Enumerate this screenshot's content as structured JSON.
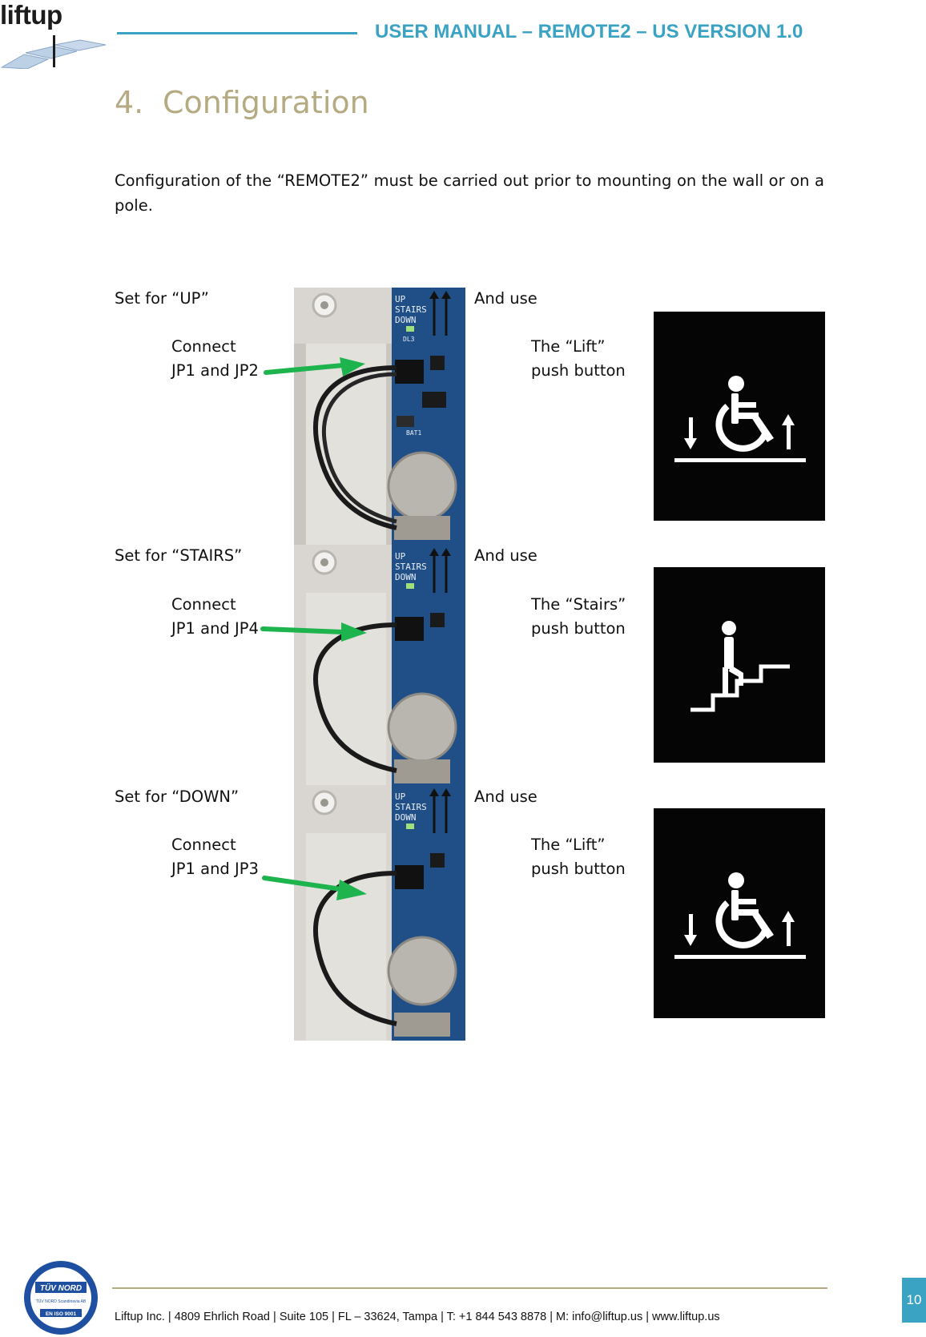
{
  "header": {
    "logo_text": "liftup",
    "title": "USER MANUAL – REMOTE2 – US VERSION 1.0"
  },
  "section": {
    "number": "4.",
    "title": "Configuration"
  },
  "intro": "Configuration of the “REMOTE2” must be carried out prior to mounting on the wall or on a pole.",
  "rows": [
    {
      "set_label": "Set for “UP”",
      "connect": "Connect",
      "jumper": "JP1 and JP2",
      "and_use": "And use",
      "button_name": "The “Lift”",
      "push": "push button"
    },
    {
      "set_label": "Set for “STAIRS”",
      "connect": "Connect",
      "jumper": "JP1 and JP4",
      "and_use": "And use",
      "button_name": "The “Stairs”",
      "push": "push button"
    },
    {
      "set_label": "Set for “DOWN”",
      "connect": "Connect",
      "jumper": "JP1 and JP3",
      "and_use": "And use",
      "button_name": "The “Lift”",
      "push": "push button"
    }
  ],
  "board_labels": [
    "UP",
    "STAIRS",
    "DOWN",
    "DL3",
    "BAT1"
  ],
  "footer": {
    "text": "Liftup Inc. | 4809 Ehrlich Road | Suite 105 | FL – 33624, Tampa | T: +1 844 543 8878 | M: info@liftup.us | www.liftup.us",
    "page_number": "10",
    "seal_lines": [
      "TÜV NORD",
      "TÜV NORD Scandinavia AB",
      "EN ISO 9001"
    ]
  },
  "colors": {
    "accent_blue": "#3aa3c4",
    "title_gold": "#b5aa82",
    "arrow_green": "#1db34d",
    "pcb_blue": "#1f4f86"
  },
  "icons": [
    "wheelchair-lift-icon",
    "stairs-climber-icon",
    "green-arrow-icon",
    "tuv-seal-icon"
  ]
}
